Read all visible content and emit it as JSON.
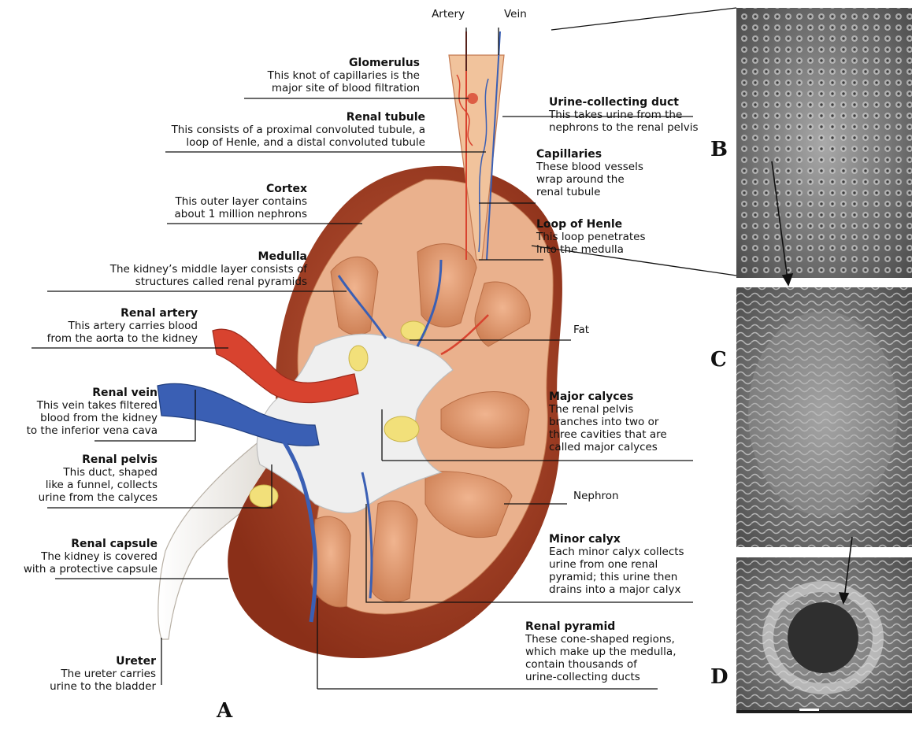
{
  "labels": {
    "artery": "Artery",
    "vein": "Vein",
    "fat": "Fat",
    "nephron": "Nephron"
  },
  "left_labels": [
    {
      "key": "glomerulus",
      "title": "Glomerulus",
      "lines": [
        "This knot of capillaries is the",
        "major site of blood filtration"
      ]
    },
    {
      "key": "renal-tubule",
      "title": "Renal tubule",
      "lines": [
        "This consists of a proximal convoluted tubule, a",
        "loop of Henle, and a distal convoluted tubule"
      ]
    },
    {
      "key": "cortex",
      "title": "Cortex",
      "lines": [
        "This outer layer contains",
        "about 1 million nephrons"
      ]
    },
    {
      "key": "medulla",
      "title": "Medulla",
      "lines": [
        "The kidney’s middle layer consists of",
        "structures called renal pyramids"
      ]
    },
    {
      "key": "renal-artery",
      "title": "Renal artery",
      "lines": [
        "This artery carries blood",
        "from the aorta to the kidney"
      ]
    },
    {
      "key": "renal-vein",
      "title": "Renal vein",
      "lines": [
        "This vein takes filtered",
        "blood from the kidney",
        "to the inferior vena cava"
      ]
    },
    {
      "key": "renal-pelvis",
      "title": "Renal pelvis",
      "lines": [
        "This duct, shaped",
        "like a funnel, collects",
        "urine from the calyces"
      ]
    },
    {
      "key": "renal-capsule",
      "title": "Renal capsule",
      "lines": [
        "The kidney is covered",
        "with a protective capsule"
      ]
    },
    {
      "key": "ureter",
      "title": "Ureter",
      "lines": [
        "The ureter carries",
        "urine to the bladder"
      ]
    }
  ],
  "right_labels": [
    {
      "key": "urine-collecting-duct",
      "title": "Urine-collecting duct",
      "lines": [
        "This takes urine from the",
        "nephrons to the renal pelvis"
      ]
    },
    {
      "key": "capillaries",
      "title": "Capillaries",
      "lines": [
        "These blood vessels",
        "wrap around the",
        "renal tubule"
      ]
    },
    {
      "key": "loop-of-henle",
      "title": "Loop of Henle",
      "lines": [
        "This loop penetrates",
        "into the medulla"
      ]
    },
    {
      "key": "major-calyces",
      "title": "Major calyces",
      "lines": [
        "The renal pelvis",
        "branches into two or",
        "three cavities that are",
        "called major calyces"
      ]
    },
    {
      "key": "minor-calyx",
      "title": "Minor calyx",
      "lines": [
        "Each minor calyx collects",
        "urine from one renal",
        "pyramid; this urine then",
        "drains into a major calyx"
      ]
    },
    {
      "key": "renal-pyramid",
      "title": "Renal pyramid",
      "lines": [
        "These cone-shaped regions,",
        "which make up the medulla,",
        "contain thousands of",
        "urine-collecting ducts"
      ]
    }
  ],
  "panels": {
    "a": "A",
    "b": "B",
    "c": "C",
    "d": "D"
  },
  "colors": {
    "capsule": "#9b3b22",
    "cortex": "#e9b08a",
    "medulla": "#d98e68",
    "pelvis": "#eeeeee",
    "artery": "#d8432f",
    "vein": "#3a5fb4",
    "fat": "#f1e07c",
    "micro": "#7a7a7a"
  }
}
